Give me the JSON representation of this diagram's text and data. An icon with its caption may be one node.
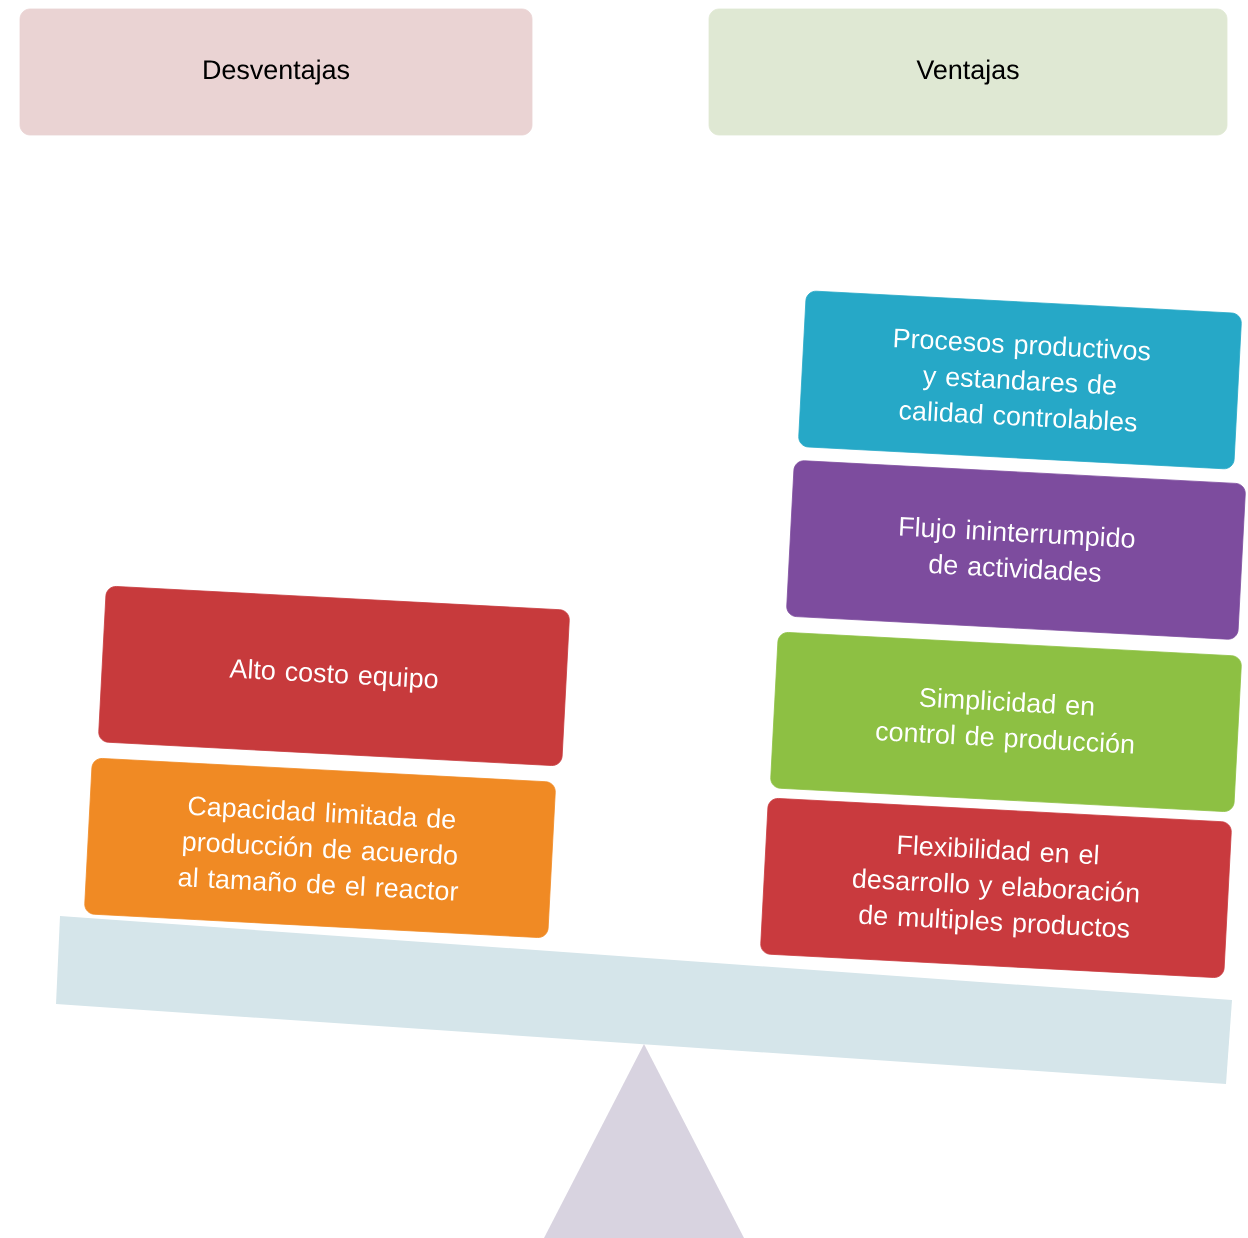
{
  "diagram": {
    "nodes": [
      {
        "text": [
          "Desventajas"
        ]
      },
      {
        "text": [
          "Ventajas"
        ]
      },
      {
        "text": [
          "Alto costo equipo"
        ]
      },
      {
        "text": [
          "Capacidad limitada de producción de acuerdo al tamaño de el reactor"
        ]
      },
      {
        "text": [
          "Procesos productivos y estandares de calidad controlables"
        ]
      },
      {
        "text": [
          "Flujo ininterrumpido de actividades"
        ]
      },
      {
        "text": [
          "Simplicidad en control de producción"
        ]
      },
      {
        "text": [
          "Flexibilidad en el desarrollo y elaboración de multiples productos"
        ]
      }
    ],
    "edges": []
  }
}
